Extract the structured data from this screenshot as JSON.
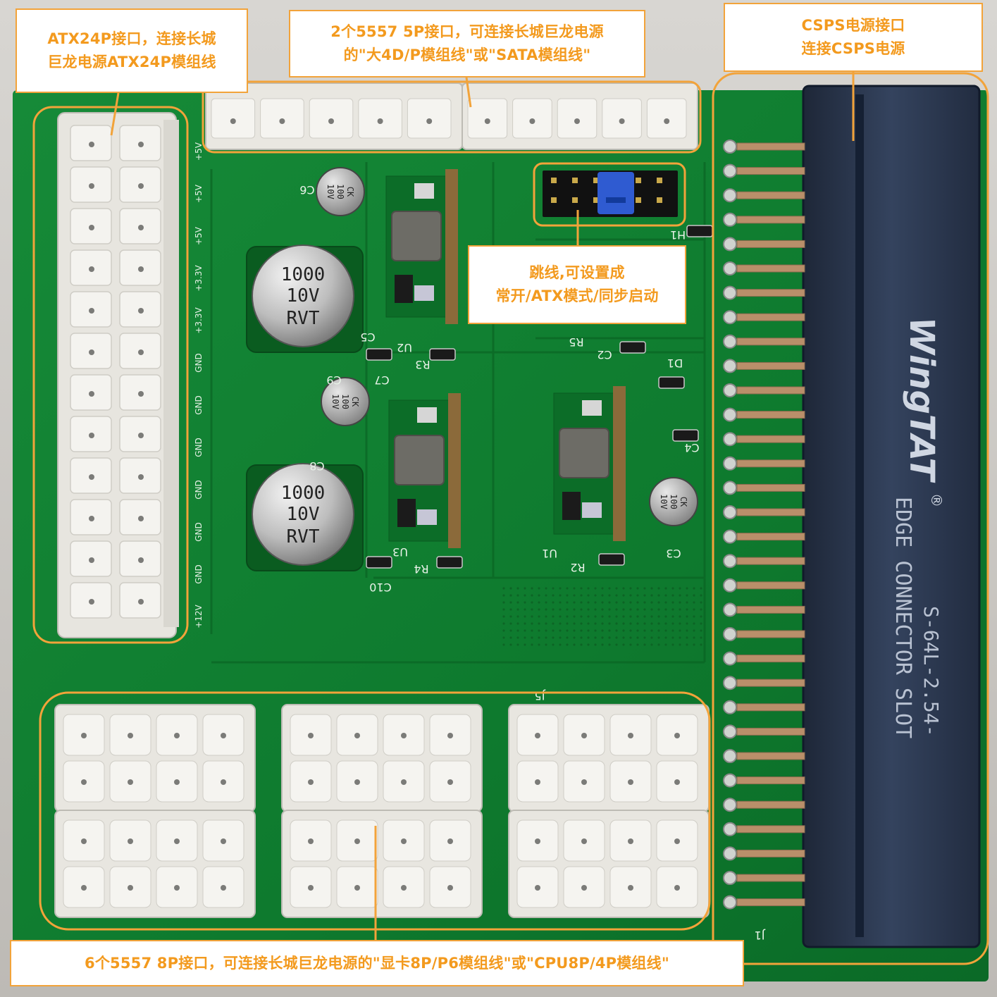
{
  "colors": {
    "accent": "#f2a33a",
    "callout_text": "#f39a1e",
    "callout_bg": "#ffffff",
    "pcb_green": "#0f7a2f",
    "connector_white": "#eceae4",
    "edge_connector": "#28344a",
    "background": "#c9c6c1"
  },
  "callouts": {
    "atx24p": {
      "line1": "ATX24P接口，连接长城",
      "line2": "巨龙电源ATX24P模组线"
    },
    "p5": {
      "line1": "2个5557 5P接口，可连接长城巨龙电源",
      "line2": "的\"大4D/P模组线\"或\"SATA模组线\""
    },
    "csps": {
      "line1": "CSPS电源接口",
      "line2": "连接CSPS电源"
    },
    "jumper": {
      "line1": "跳线,可设置成",
      "line2": "常开/ATX模式/同步启动"
    },
    "p8": {
      "line1": "6个5557 8P接口，可连接长城巨龙电源的\"显卡8P/P6模组线\"或\"CPU8P/4P模组线\""
    }
  },
  "board": {
    "capacitors_large": [
      {
        "value": "1000",
        "voltage": "10V",
        "series": "RVT"
      },
      {
        "value": "1000",
        "voltage": "10V",
        "series": "RVT"
      }
    ],
    "capacitors_small": [
      {
        "brand": "CK",
        "value": "100",
        "voltage": "10V"
      },
      {
        "brand": "CK",
        "value": "100",
        "voltage": "10V"
      },
      {
        "brand": "CK",
        "value": "100",
        "voltage": "10V"
      }
    ],
    "silkscreen": {
      "c6": "C6",
      "c5": "C5",
      "c7": "C7",
      "c9": "C9",
      "c8": "C8",
      "c10": "C10",
      "c2": "C2",
      "c3": "C3",
      "c4": "C4",
      "d1": "D1",
      "r2": "R2",
      "r3": "R3",
      "r4": "R4",
      "r5": "R5",
      "u1": "U1",
      "u2": "U2",
      "u3": "U3",
      "j1": "J1",
      "j5": "J5",
      "h1": "H1"
    },
    "atx_labels": [
      "+12V",
      "GND",
      "GND",
      "GND",
      "GND",
      "GND",
      "GND",
      "+3.3V",
      "+3.3V",
      "+5V",
      "+5V",
      "+5V"
    ],
    "edge_connector": {
      "brand": "WingTAT",
      "registered": "®",
      "type": "EDGE CONNECTOR SLOT",
      "model": "S-64L-2.54-"
    }
  }
}
